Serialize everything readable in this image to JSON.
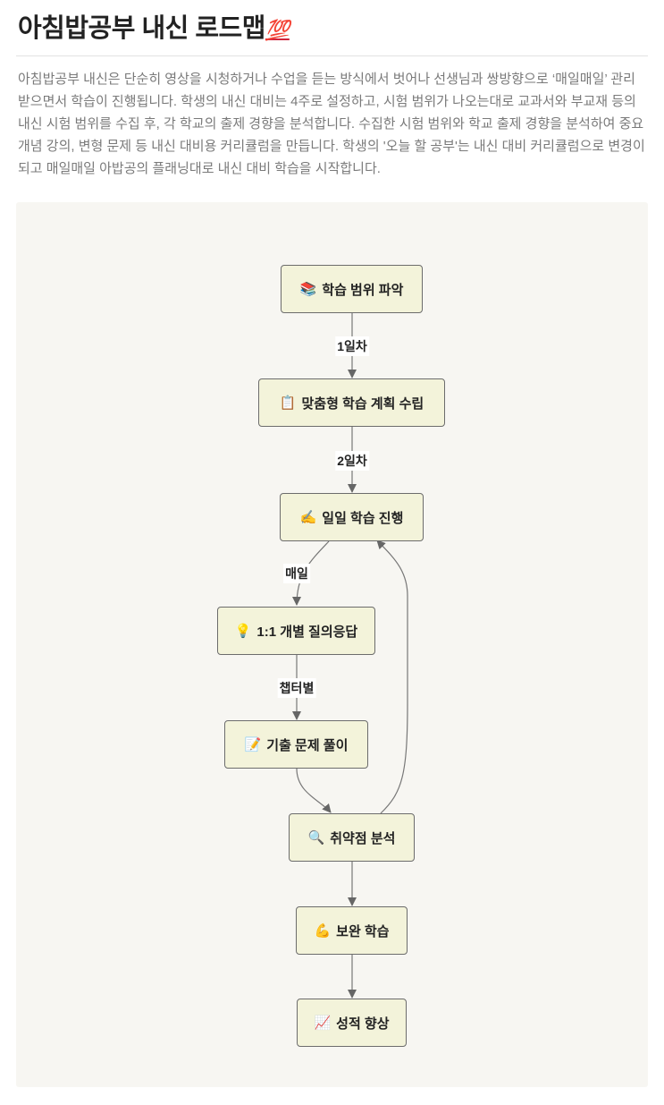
{
  "title": "아침밥공부 내신 로드맵",
  "title_emoji": "💯",
  "description": "아침밥공부 내신은 단순히 영상을 시청하거나 수업을 듣는 방식에서 벗어나 선생님과 쌍방향으로 ‘매일매일’ 관리 받으면서 학습이 진행됩니다. 학생의 내신 대비는 4주로 설정하고, 시험 범위가 나오는대로 교과서와 부교재 등의 내신 시험 범위를 수집 후, 각 학교의 출제 경향을 분석합니다. 수집한 시험 범위와 학교 출제 경향을 분석하여 중요 개념 강의, 변형 문제 등 내신 대비용 커리큘럼을 만듭니다. 학생의 '오늘 할 공부'는 내신 대비 커리큘럼으로 변경이 되고 매일매일 아밥공의 플래닝대로 내신 대비 학습을 시작합니다.",
  "diagram": {
    "nodes": [
      {
        "icon": "📚",
        "label": "학습 범위 파악"
      },
      {
        "icon": "📋",
        "label": "맞춤형 학습 계획 수립"
      },
      {
        "icon": "✍️",
        "label": "일일 학습 진행"
      },
      {
        "icon": "💡",
        "label": "1:1 개별 질의응답"
      },
      {
        "icon": "📝",
        "label": "기출 문제 풀이"
      },
      {
        "icon": "🔍",
        "label": "취약점 분석"
      },
      {
        "icon": "💪",
        "label": "보완 학습"
      },
      {
        "icon": "📈",
        "label": "성적 향상"
      }
    ],
    "edge_labels": [
      "1일차",
      "2일차",
      "매일",
      "챕터별"
    ]
  }
}
